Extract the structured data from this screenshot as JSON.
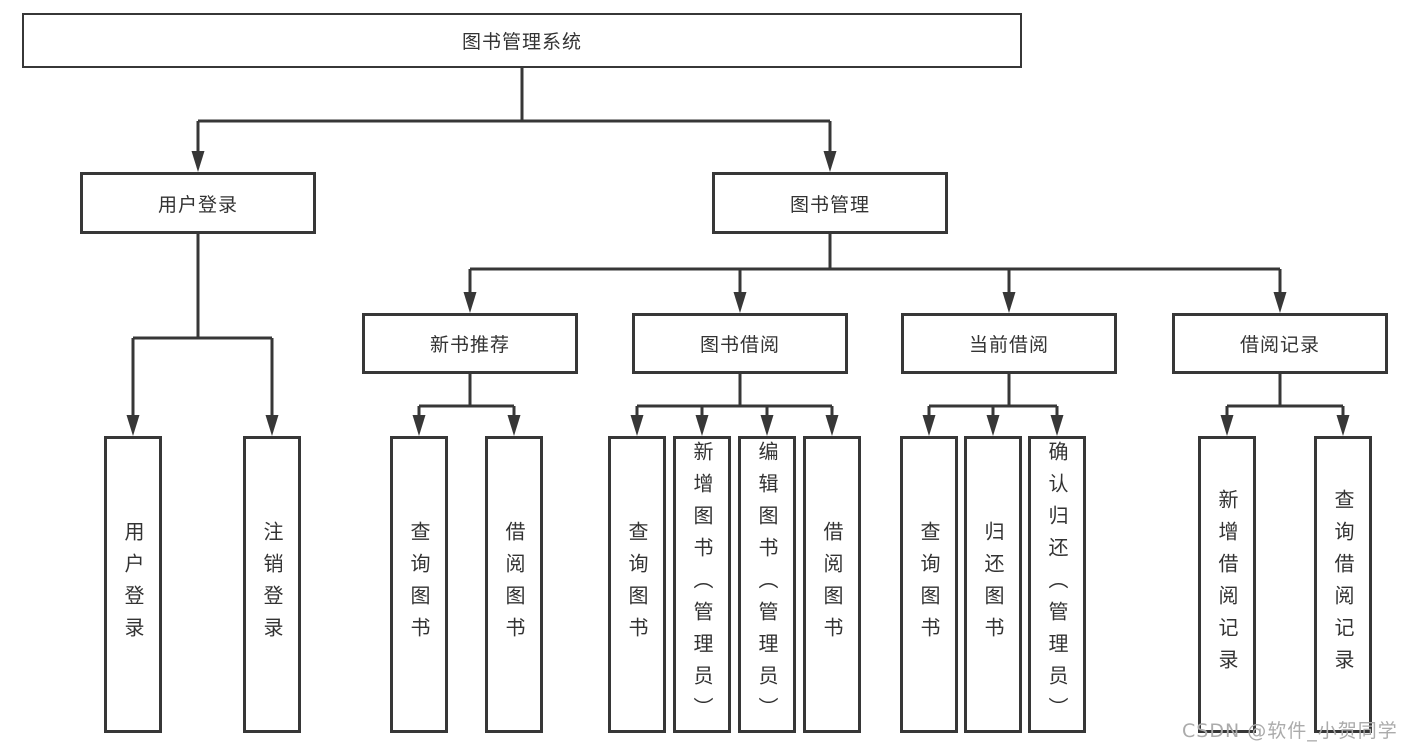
{
  "diagram": {
    "title": "图书管理系统",
    "root": {
      "label": "图书管理系统"
    },
    "level1": [
      {
        "label": "用户登录"
      },
      {
        "label": "图书管理"
      }
    ],
    "level2": [
      {
        "label": "新书推荐",
        "parent": "图书管理"
      },
      {
        "label": "图书借阅",
        "parent": "图书管理"
      },
      {
        "label": "当前借阅",
        "parent": "图书管理"
      },
      {
        "label": "借阅记录",
        "parent": "图书管理"
      }
    ],
    "leaves": [
      {
        "label": "用户登录",
        "parent": "用户登录"
      },
      {
        "label": "注销登录",
        "parent": "用户登录"
      },
      {
        "label": "查询图书",
        "parent": "新书推荐"
      },
      {
        "label": "借阅图书",
        "parent": "新书推荐"
      },
      {
        "label": "查询图书",
        "parent": "图书借阅"
      },
      {
        "label": "新增图书（管理员）",
        "parent": "图书借阅"
      },
      {
        "label": "编辑图书（管理员）",
        "parent": "图书借阅"
      },
      {
        "label": "借阅图书",
        "parent": "图书借阅"
      },
      {
        "label": "查询图书",
        "parent": "当前借阅"
      },
      {
        "label": "归还图书",
        "parent": "当前借阅"
      },
      {
        "label": "确认归还（管理员）",
        "parent": "当前借阅"
      },
      {
        "label": "新增借阅记录",
        "parent": "借阅记录"
      },
      {
        "label": "查询借阅记录",
        "parent": "借阅记录"
      }
    ],
    "watermark": "CSDN @软件_小贺同学",
    "colors": {
      "line": "#373737",
      "text": "#333333",
      "watermark": "#ababab",
      "background": "#ffffff"
    }
  }
}
